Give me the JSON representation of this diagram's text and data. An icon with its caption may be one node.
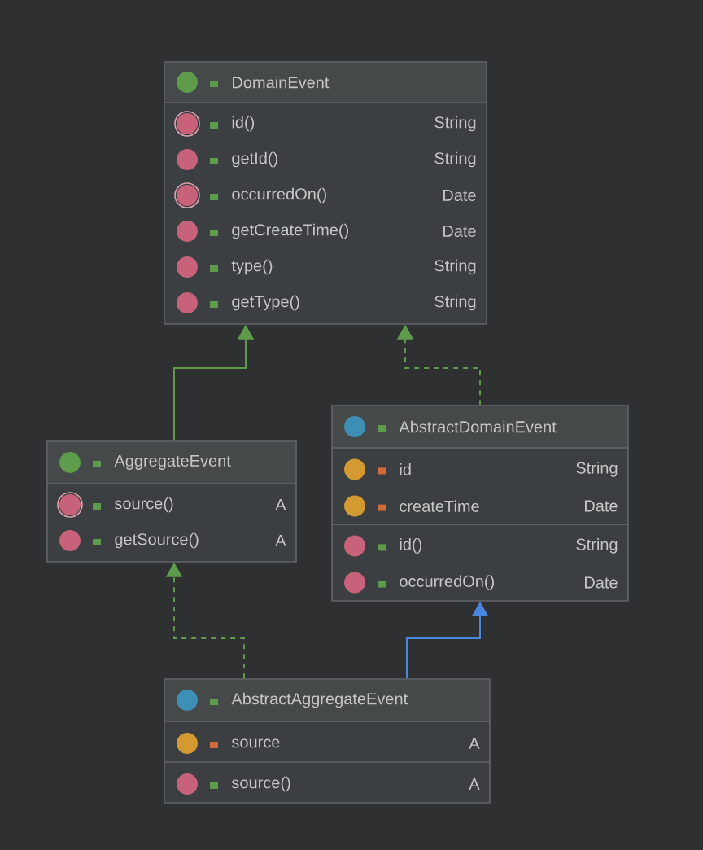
{
  "diagram": {
    "nodes": [
      {
        "text": [
          "DomainEvent",
          "id()",
          "String",
          "getId()",
          "String",
          "occurredOn()",
          "Date",
          "getCreateTime()",
          "Date",
          "type()",
          "String",
          "getType()",
          "String"
        ]
      },
      {
        "text": [
          "AggregateEvent",
          "source()",
          "A",
          "getSource()",
          "A"
        ]
      },
      {
        "text": [
          "AbstractDomainEvent",
          "id",
          "String",
          "createTime",
          "Date",
          "id()",
          "String",
          "occurredOn()",
          "Date"
        ]
      },
      {
        "text": [
          "AbstractAggregateEvent",
          "source",
          "A",
          "source()",
          "A"
        ]
      }
    ],
    "edges": [
      {
        "from": 1,
        "to": 0,
        "arrow": "to"
      },
      {
        "from": 2,
        "to": 0,
        "arrow": "to",
        "style": "dashed"
      },
      {
        "from": 3,
        "to": 1,
        "arrow": "to",
        "style": "dashed"
      },
      {
        "from": 3,
        "to": 2,
        "arrow": "to",
        "color": "#4a88e0"
      }
    ]
  }
}
